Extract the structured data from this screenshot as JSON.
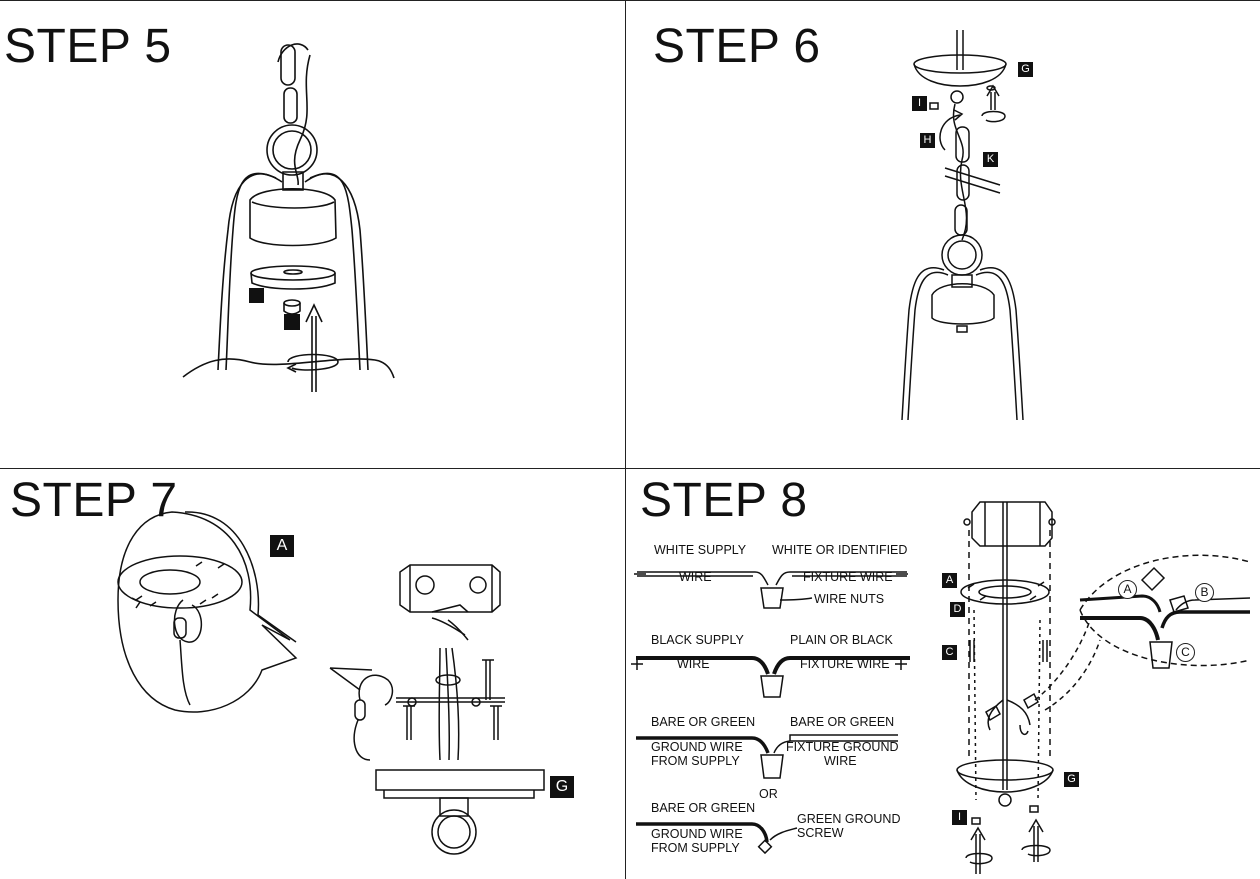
{
  "steps": {
    "s5": "STEP 5",
    "s6": "STEP 6",
    "s7": "STEP 7",
    "s8": "STEP 8"
  },
  "tags": {
    "s6_g": "G",
    "s6_i": "I",
    "s6_h": "H",
    "s6_k": "K",
    "s7_a": "A",
    "s7_g": "G",
    "s8_a": "A",
    "s8_d": "D",
    "s8_c": "C",
    "s8_g": "G",
    "s8_i": "I"
  },
  "callouts": {
    "a": "A",
    "b": "B",
    "c": "C"
  },
  "wiring": {
    "white_supply": "WHITE SUPPLY",
    "white_wire": "WIRE",
    "white_fixture": "WHITE OR IDENTIFIED",
    "white_fixture_wire": "FIXTURE WIRE",
    "wire_nuts": "WIRE NUTS",
    "black_supply": "BLACK SUPPLY",
    "black_wire": "WIRE",
    "black_fixture": "PLAIN OR BLACK",
    "black_fixture_wire": "FIXTURE WIRE",
    "bare_green_1": "BARE OR GREEN",
    "ground_wire_1": "GROUND WIRE",
    "from_supply_1": "FROM SUPPLY",
    "bare_green_2": "BARE OR GREEN",
    "fixture_ground": "FIXTURE GROUND",
    "fixture_ground_wire": "WIRE",
    "or": "OR",
    "bare_green_3": "BARE OR GREEN",
    "ground_wire_2": "GROUND WIRE",
    "from_supply_2": "FROM SUPPLY",
    "green_ground": "GREEN GROUND",
    "screw": "SCREW"
  }
}
